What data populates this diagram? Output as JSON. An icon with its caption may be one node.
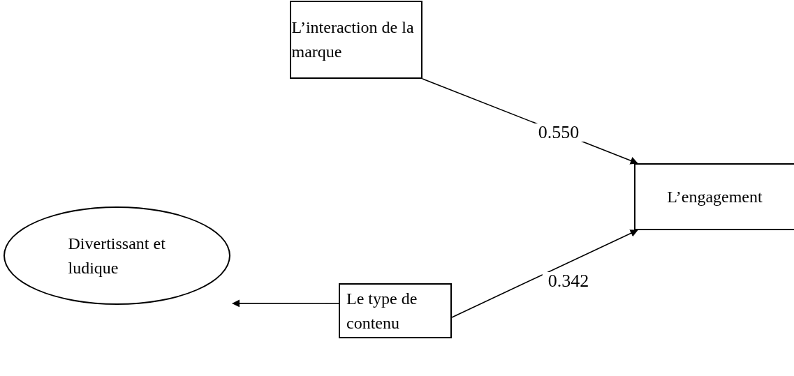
{
  "diagram": {
    "nodes": [
      {
        "text": [
          "L’interaction de la marque"
        ]
      },
      {
        "text": [
          "L’engagement"
        ]
      },
      {
        "text": [
          "Divertissant et ludique"
        ]
      },
      {
        "text": [
          "Le type de contenu"
        ]
      }
    ],
    "edges": [
      {
        "from": 0,
        "to": 1,
        "arrow": "to",
        "label": "0.550"
      },
      {
        "from": 3,
        "to": 1,
        "arrow": "to",
        "label": "0.342"
      },
      {
        "from": 3,
        "to": 2,
        "arrow": "to"
      }
    ]
  }
}
